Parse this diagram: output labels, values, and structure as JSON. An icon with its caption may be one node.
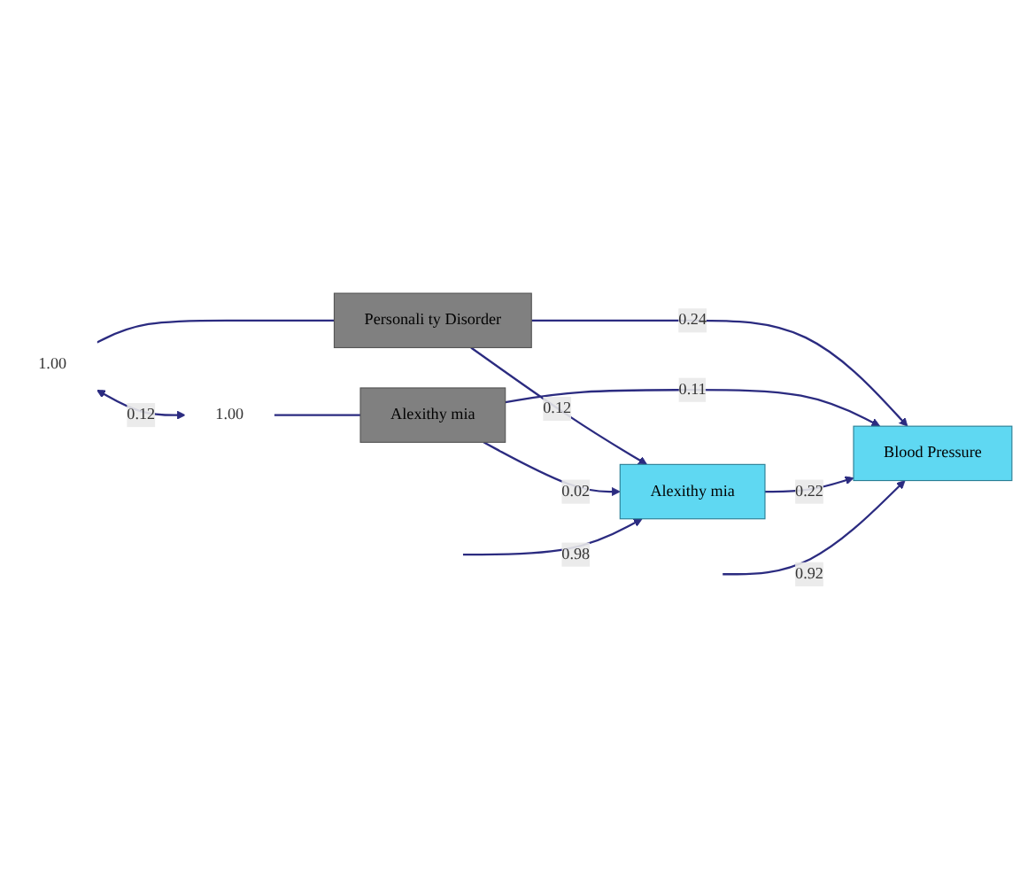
{
  "diagram": {
    "nodes": [
      {
        "text": [
          "Personali ty Disorder"
        ]
      },
      {
        "text": [
          "1.00"
        ]
      },
      {
        "text": [
          "Alexithy mia"
        ]
      },
      {
        "text": [
          "Blood Pressure"
        ]
      },
      {
        "text": [
          "Alexithy mia"
        ]
      },
      {
        "text": [
          "1.00"
        ]
      }
    ],
    "edges": [
      {
        "from": 1,
        "to": 0,
        "arrow": "none"
      },
      {
        "from": 5,
        "to": 4,
        "arrow": "none"
      },
      {
        "from": 1,
        "to": 5,
        "arrow": "both",
        "label": "0.12"
      },
      {
        "from": 0,
        "to": 2,
        "arrow": "to",
        "label": "0.12"
      },
      {
        "from": 0,
        "to": 3,
        "arrow": "to",
        "label": "0.24"
      },
      {
        "from": 4,
        "to": 2,
        "arrow": "to",
        "label": "0.02"
      },
      {
        "from": 4,
        "to": 3,
        "arrow": "to",
        "label": "0.11"
      },
      {
        "from": 2,
        "to": 3,
        "arrow": "to",
        "label": "0.22"
      },
      {
        "from": null,
        "to": 2,
        "arrow": "to",
        "label": "0.98"
      },
      {
        "from": null,
        "to": 3,
        "arrow": "to",
        "label": "0.92"
      }
    ]
  }
}
